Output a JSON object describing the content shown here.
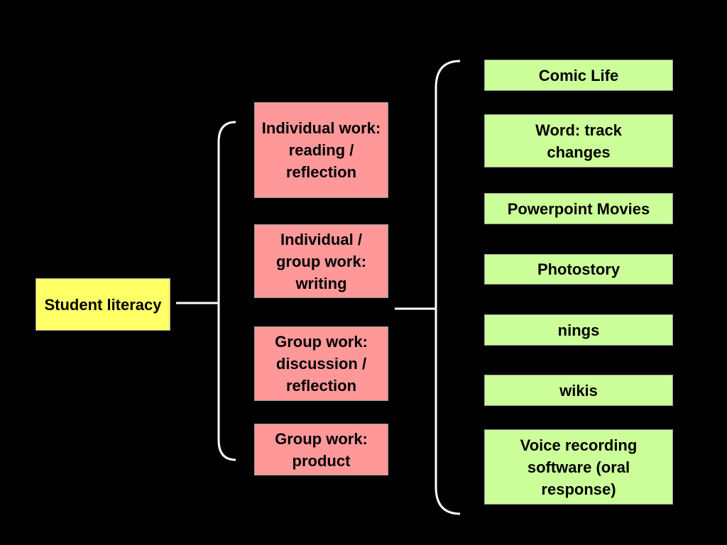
{
  "diagram": {
    "root": {
      "label": "Student literacy",
      "color": "#ffff66"
    },
    "activities": {
      "color": "#ff9999",
      "items": [
        {
          "label": "Individual work: reading / reflection"
        },
        {
          "label": "Individual / group work: writing"
        },
        {
          "label": "Group work: discussion / reflection"
        },
        {
          "label": "Group work: product"
        }
      ]
    },
    "tools": {
      "color": "#ccff99",
      "items": [
        {
          "label": "Comic Life"
        },
        {
          "label": "Word: track changes"
        },
        {
          "label": "Powerpoint Movies"
        },
        {
          "label": "Photostory"
        },
        {
          "label": "nings"
        },
        {
          "label": "wikis"
        },
        {
          "label": "Voice recording software (oral response)"
        }
      ]
    },
    "background": "#000000",
    "connector_color": "#ffffff"
  }
}
